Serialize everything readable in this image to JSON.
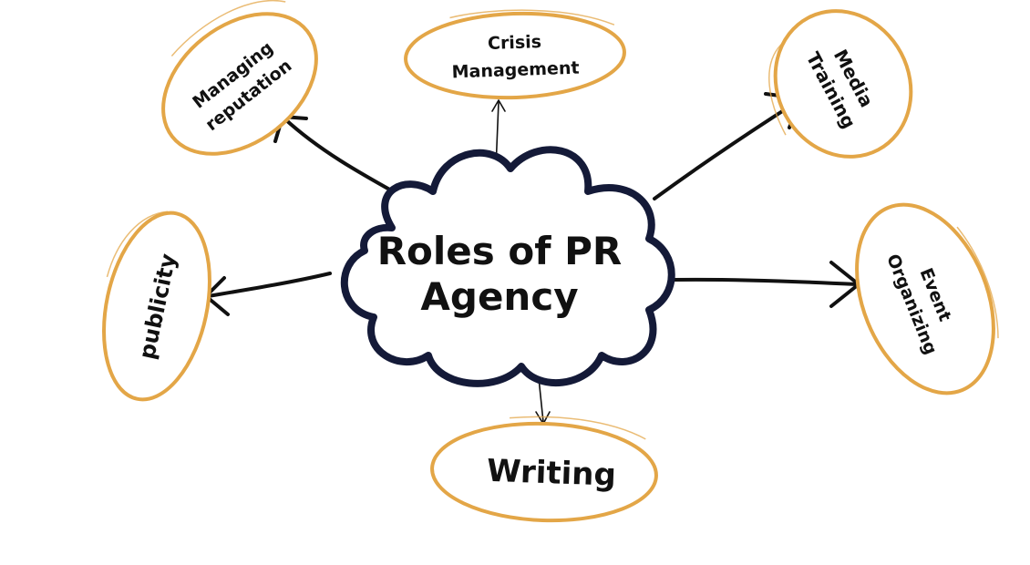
{
  "center": {
    "line1": "Roles of PR",
    "line2": "Agency"
  },
  "nodes": {
    "managing_reputation": {
      "line1": "Managing",
      "line2": "reputation"
    },
    "crisis_management": {
      "line1": "Crisis",
      "line2": "Management"
    },
    "media_training": {
      "line1": "Media",
      "line2": "Training"
    },
    "publicity": {
      "label": "publicity"
    },
    "event_organizing": {
      "line1": "Event",
      "line2": "Organizing"
    },
    "writing": {
      "label": "Writing"
    }
  },
  "colors": {
    "ellipse_stroke": "#e3a647",
    "cloud_stroke": "#141a38",
    "arrow": "#111111",
    "text": "#111111"
  }
}
